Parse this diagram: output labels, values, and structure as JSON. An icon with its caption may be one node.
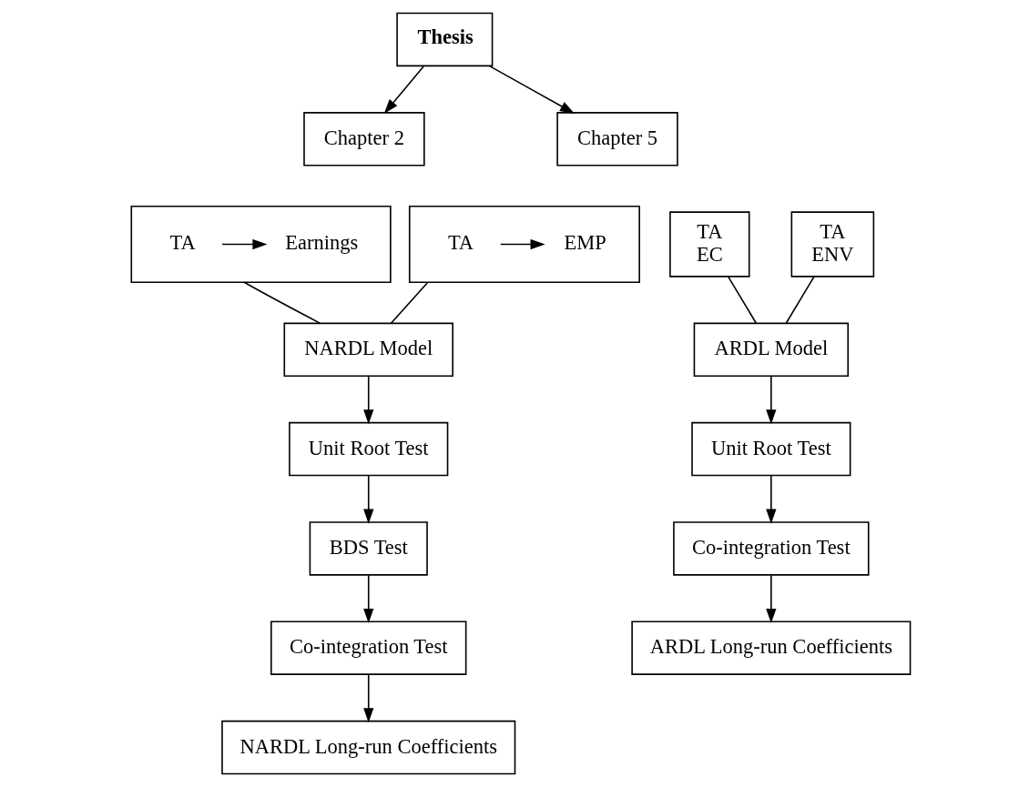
{
  "diagram": {
    "nodes": [
      {
        "text": [
          "Thesis"
        ]
      },
      {
        "text": [
          "Chapter 2"
        ]
      },
      {
        "text": [
          "Chapter 5"
        ]
      },
      {
        "text": [],
        "shape": "box"
      },
      {
        "text": [
          "TA"
        ],
        "in": 3
      },
      {
        "text": [
          "Earnings"
        ],
        "in": 3
      },
      {
        "text": [],
        "shape": "box"
      },
      {
        "text": [
          "TA"
        ],
        "in": 6
      },
      {
        "text": [
          "EMP"
        ],
        "in": 6
      },
      {
        "text": [
          "TA",
          "EC"
        ]
      },
      {
        "text": [
          "TA",
          "ENV"
        ]
      },
      {
        "text": [
          "NARDL Model"
        ]
      },
      {
        "text": [
          "ARDL Model"
        ]
      },
      {
        "text": [
          "Unit Root Test"
        ]
      },
      {
        "text": [
          "BDS Test"
        ]
      },
      {
        "text": [
          "Co-integration Test"
        ]
      },
      {
        "text": [
          "NARDL Long-run Coefficients"
        ]
      },
      {
        "text": [
          "Unit Root Test"
        ]
      },
      {
        "text": [
          "Co-integration Test"
        ]
      },
      {
        "text": [
          "ARDL Long-run Coefficients"
        ]
      }
    ],
    "edges": [
      {
        "from": 0,
        "to": 1,
        "arrow": "to"
      },
      {
        "from": 0,
        "to": 2,
        "arrow": "to"
      },
      {
        "from": 4,
        "to": 5,
        "arrow": "to"
      },
      {
        "from": 7,
        "to": 8,
        "arrow": "to"
      },
      {
        "from": 3,
        "to": 11,
        "arrow": "none"
      },
      {
        "from": 6,
        "to": 11,
        "arrow": "none"
      },
      {
        "from": 9,
        "to": 12,
        "arrow": "none"
      },
      {
        "from": 10,
        "to": 12,
        "arrow": "none"
      },
      {
        "from": 11,
        "to": 13,
        "arrow": "to"
      },
      {
        "from": 13,
        "to": 14,
        "arrow": "to"
      },
      {
        "from": 14,
        "to": 15,
        "arrow": "to"
      },
      {
        "from": 15,
        "to": 16,
        "arrow": "to"
      },
      {
        "from": 12,
        "to": 17,
        "arrow": "to"
      },
      {
        "from": 17,
        "to": 18,
        "arrow": "to"
      },
      {
        "from": 18,
        "to": 19,
        "arrow": "to"
      }
    ]
  }
}
